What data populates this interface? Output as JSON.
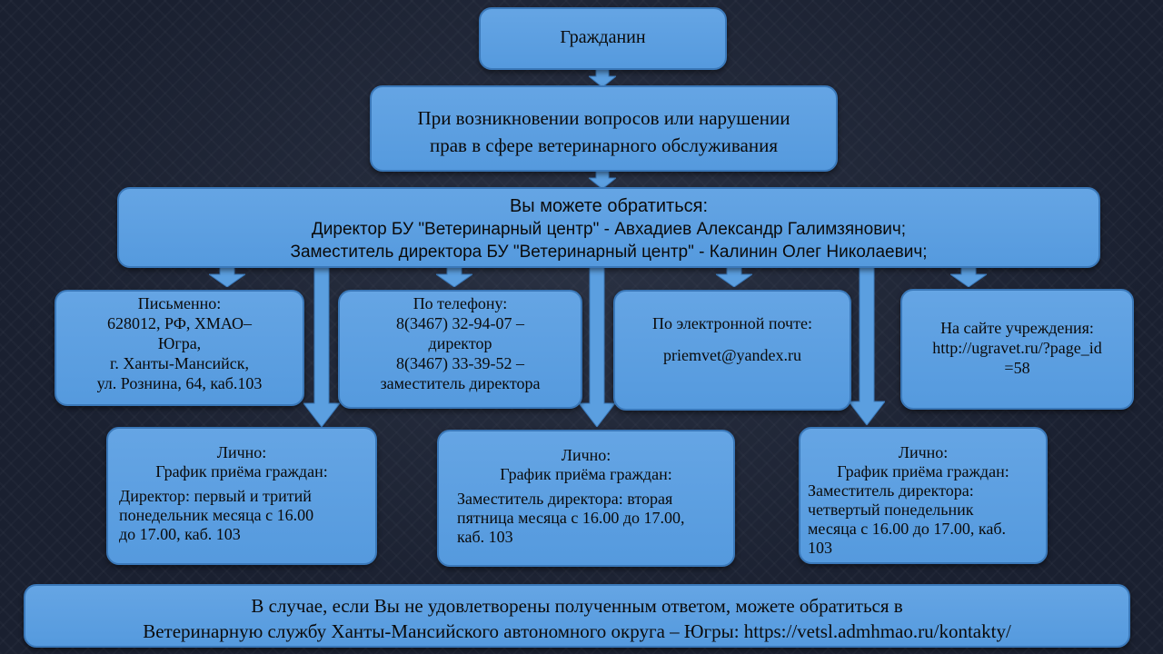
{
  "citizen": {
    "label": "Гражданин"
  },
  "issues": {
    "line1": "При возникновении вопросов или нарушении",
    "line2": "прав в сфере ветеринарного обслуживания"
  },
  "contact": {
    "heading": "Вы можете обратиться:",
    "director": "Директор БУ \"Ветеринарный центр\" - Авхадиев Александр  Галимзянович;",
    "deputy": "Заместитель директора БУ \"Ветеринарный центр\" - Калинин Олег Николаевич;"
  },
  "written": {
    "title": "Письменно:",
    "line1": "628012, РФ, ХМАО–",
    "line2": "Югра,",
    "line3": "г. Ханты-Мансийск,",
    "line4": "ул.  Рознина,  64, каб.103"
  },
  "phone": {
    "title": "По телефону:",
    "line1": "8(3467) 32-94-07 –",
    "line2": "директор",
    "line3": "8(3467) 33-39-52 –",
    "line4": "заместитель  директора"
  },
  "email": {
    "title": "По электронной почте:",
    "address": "priemvet@yandex.ru"
  },
  "site": {
    "title": "На сайте  учреждения:",
    "line1": "http://ugravet.ru/?page_id",
    "line2": "=58"
  },
  "personal1": {
    "title": "Лично:",
    "subtitle": "График приёма  граждан:",
    "line1": "Директор: первый и тритий",
    "line2": "понедельник месяца с 16.00",
    "line3": "до 17.00, каб. 103"
  },
  "personal2": {
    "title": "Лично:",
    "subtitle": "График приёма  граждан:",
    "line1": "Заместитель директора: вторая",
    "line2": "пятница месяца с 16.00 до 17.00,",
    "line3": "каб. 103"
  },
  "personal3": {
    "title": "Лично:",
    "subtitle": "График приёма  граждан:",
    "line1": "Заместитель директора:",
    "line2": "четвертый понедельник",
    "line3": "месяца с 16.00 до 17.00, каб.",
    "line4": "103"
  },
  "footer": {
    "line1": "В случае, если Вы не удовлетворены полученным ответом, можете обратиться в",
    "line2": "Ветеринарную службу Ханты-Мансийского автономного округа – Югры: https://vetsl.admhmao.ru/kontakty/"
  },
  "colors": {
    "box_fill": "#5b9fe0",
    "box_border": "#3a78b9",
    "arrow_fill": "#5b9fe0",
    "background": "#1a2030"
  }
}
